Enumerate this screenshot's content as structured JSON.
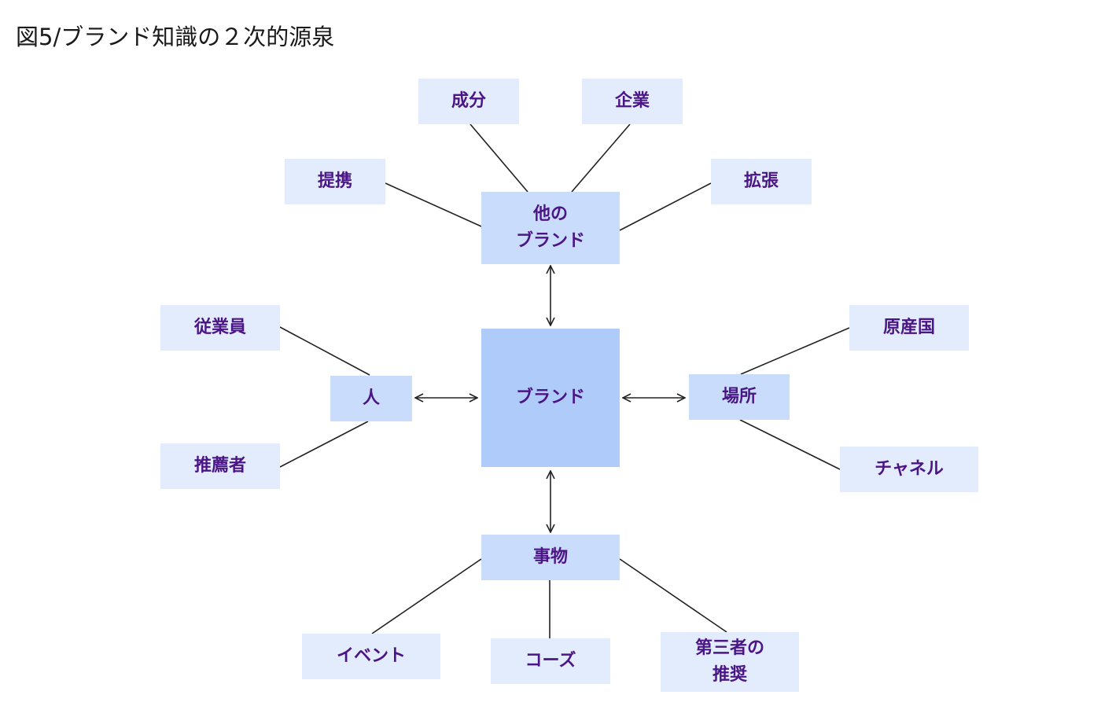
{
  "title": "図5/ブランド知識の２次的源泉",
  "colors": {
    "outer_box": "#e2ecfd",
    "mid_box": "#cadcfc",
    "center_box": "#aecbfa",
    "text": "#4b1585",
    "line": "#222222"
  },
  "nodes": {
    "center": "ブランド",
    "other_brand": "他の\nブランド",
    "ingredient": "成分",
    "company": "企業",
    "alliance": "提携",
    "extension": "拡張",
    "people": "人",
    "employee": "従業員",
    "endorser": "推薦者",
    "place": "場所",
    "country_of_origin": "原産国",
    "channel": "チャネル",
    "things": "事物",
    "event": "イベント",
    "cause": "コーズ",
    "third_party": "第三者の\n推奨"
  }
}
